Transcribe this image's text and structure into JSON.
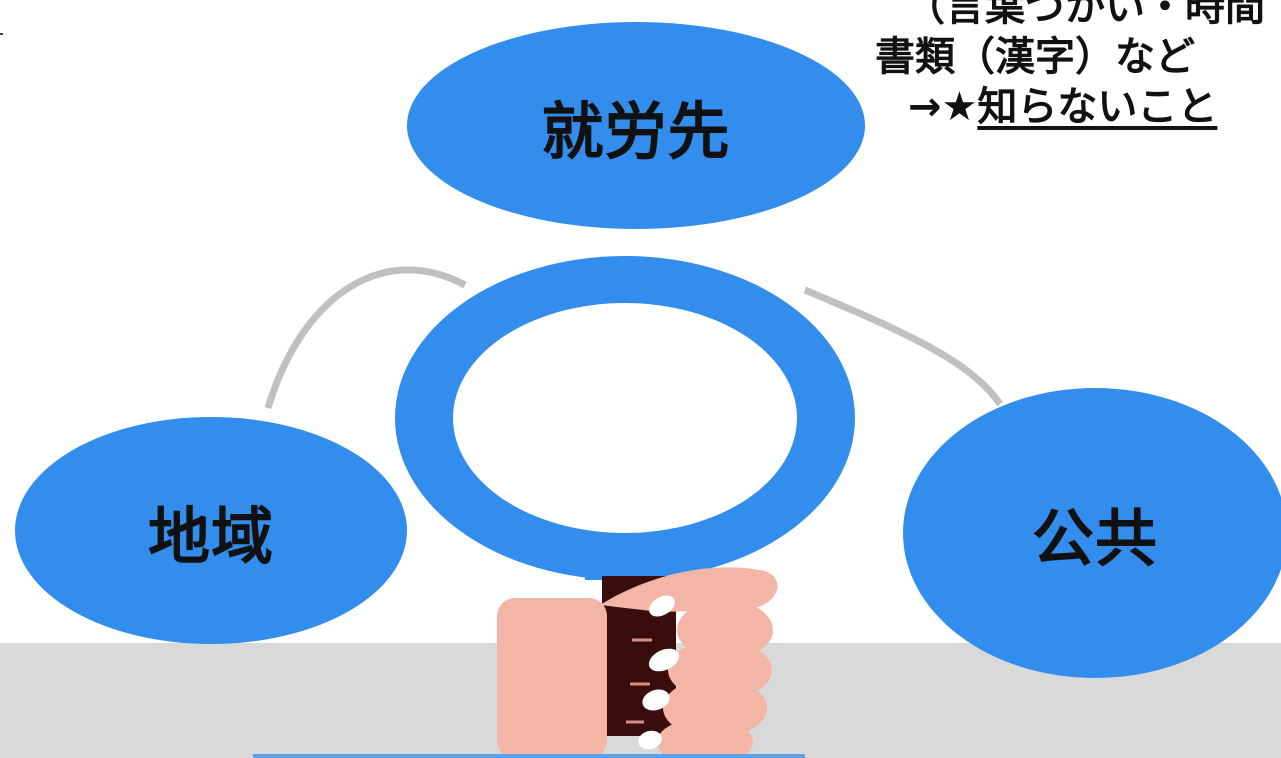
{
  "diagram": {
    "nodes": {
      "top": "就労先",
      "left": "地域",
      "right": "公共"
    },
    "note": {
      "line1": "（言葉づかい・時間",
      "line2": "書類（漢字）など",
      "line3_prefix": "→★",
      "line3_emphasis": "知らないこと"
    },
    "colors": {
      "node_fill": "#338ded",
      "connector": "#c0c0c0",
      "floor": "#d9d9d9",
      "magnifier": "#338ded",
      "hand": "#f2b5a6",
      "handle": "#3a0d0d"
    },
    "icons": [
      "magnifying-glass-icon",
      "hand-icon"
    ]
  }
}
